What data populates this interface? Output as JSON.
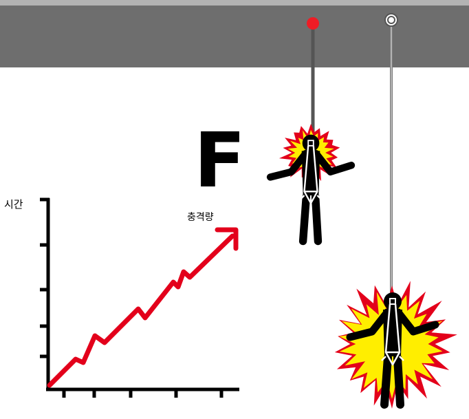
{
  "diagram": {
    "force_symbol": "F",
    "graph": {
      "y_axis_label": "시간",
      "series_label": "충격량"
    }
  },
  "colors": {
    "ceiling_band": "#6e6e6e",
    "ceiling_top_edge": "#b3b3b3",
    "rope_short": "#555555",
    "rope_long": "#7a7a7a",
    "anchor_red": "#ee1c25",
    "graph_line": "#e3001b",
    "burst_outer": "#e3001b",
    "burst_inner": "#ffee00",
    "figure": "#000000",
    "harness": "#ffffff"
  },
  "icons": [
    "fixed-anchor-icon",
    "sliding-anchor-icon",
    "impact-burst-icon",
    "climber-figure-icon"
  ]
}
